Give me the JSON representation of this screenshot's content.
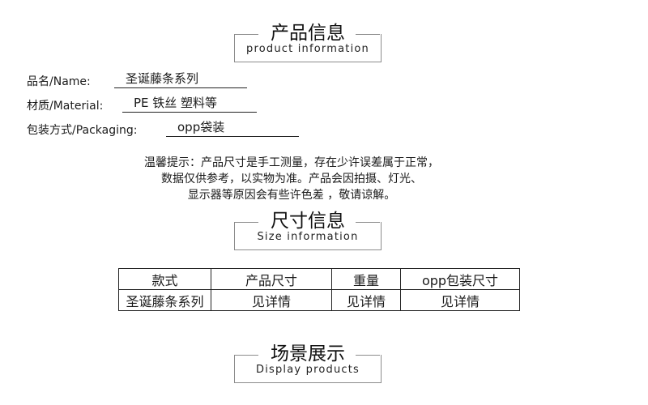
{
  "sections": {
    "product": {
      "cn": "产品信息",
      "en": "product information"
    },
    "size": {
      "cn": "尺寸信息",
      "en": "Size information"
    },
    "display": {
      "cn": "场景展示",
      "en": "Display products"
    }
  },
  "info": {
    "name": {
      "label": "品名/Name:",
      "value": "圣诞藤条系列"
    },
    "material": {
      "label": "材质/Material:",
      "value": "PE 铁丝 塑料等"
    },
    "packaging": {
      "label": "包装方式/Packaging:",
      "value": "opp袋装"
    }
  },
  "notice": {
    "line1": "温馨提示：产品尺寸是手工测量，存在少许误差属于正常，",
    "line2": "数据仅供参考，以实物为准。产品会因拍摄、灯光、",
    "line3": "显示器等原因会有些许色差 ，敬请谅解。"
  },
  "table": {
    "headers": [
      "款式",
      "产品尺寸",
      "重量",
      "opp包装尺寸"
    ],
    "row": [
      "圣诞藤条系列",
      "见详情",
      "见详情",
      "见详情"
    ]
  }
}
